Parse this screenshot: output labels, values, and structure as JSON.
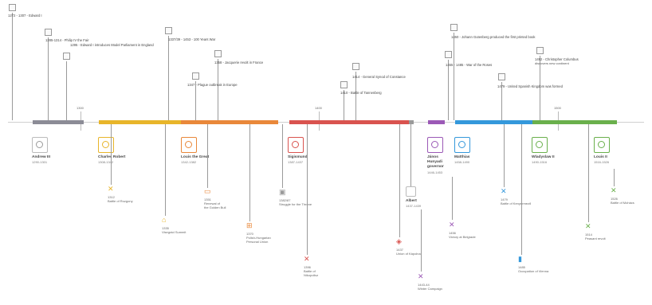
{
  "top_events": [
    {
      "id": "t1",
      "text": "1272 - 1307 - Edward I"
    },
    {
      "id": "t2",
      "text": "1285-1314 - Philip IV the Fair"
    },
    {
      "id": "t3",
      "text": "1295 - Edward I introduces Model Parliament in England"
    },
    {
      "id": "t4",
      "text": "1337/39 - 1453 - 100 Years War"
    },
    {
      "id": "t5",
      "text": "1358 - Jacquerie revolt in France"
    },
    {
      "id": "t6",
      "text": "1347 - Plague outbreak in Europe"
    },
    {
      "id": "t7",
      "text": "1414 - General Synod of Constance"
    },
    {
      "id": "t8",
      "text": "1410 - Battle of Tannenberg"
    },
    {
      "id": "t9",
      "text": "1450 - Johann Gutenberg produced the first printed book"
    },
    {
      "id": "t10",
      "text": "1455 - 1485 - War of the Roses"
    },
    {
      "id": "t11",
      "text": "1492 - Christopher Columbus"
    },
    {
      "id": "t11b",
      "text": "discovers new continent"
    },
    {
      "id": "t12",
      "text": "1479 - United Spanish Kingdom was formed"
    }
  ],
  "axis_labels": [
    "1300",
    "1400",
    "1500"
  ],
  "rulers": [
    {
      "name": "Andrew III",
      "years": "1290-1301",
      "color": "#9a9a9a"
    },
    {
      "name": "Charles Robert",
      "years": "1308-1342",
      "color": "#e8b52a"
    },
    {
      "name": "Louis the Great",
      "years": "1342-1382",
      "color": "#e9883a"
    },
    {
      "name": "Sigismund",
      "years": "1387-1437",
      "color": "#d9534f"
    },
    {
      "name": "Albert",
      "years": "1437-1439",
      "color": "#9a9a9a"
    },
    {
      "name": "János",
      "name2": "Hunyadi",
      "name3": "governor",
      "years": "1446-1453",
      "color": "#9b59b6"
    },
    {
      "name": "Matthias",
      "years": "1458-1490",
      "color": "#3498db"
    },
    {
      "name": "Wladyslaw II",
      "years": "1490-1516",
      "color": "#6ab04c"
    },
    {
      "name": "Louis II",
      "years": "1516-1526",
      "color": "#6ab04c"
    }
  ],
  "bottom_events": [
    {
      "id": "b1",
      "line1": "1312",
      "line2": "Battle of Rozgony"
    },
    {
      "id": "b2",
      "line1": "1335",
      "line2": "Visegrád Summit"
    },
    {
      "id": "b3",
      "line1": "1351",
      "line2": "Renewal of",
      "line3": "the Golden Bull"
    },
    {
      "id": "b4",
      "line1": "1370",
      "line2": "Polish-Hungarian",
      "line3": "Personal Union"
    },
    {
      "id": "b5",
      "line1": "1382/87",
      "line2": "Struggle for the Throne"
    },
    {
      "id": "b6",
      "line1": "1396",
      "line2": "Battle of",
      "line3": "Nikopolisz"
    },
    {
      "id": "b7",
      "line1": "1437",
      "line2": "Union of Kápolna"
    },
    {
      "id": "b8",
      "line1": "1443-44",
      "line2": "Winter Campaign"
    },
    {
      "id": "b9",
      "line1": "1456",
      "line2": "Victory at Belgrade"
    },
    {
      "id": "b10",
      "line1": "1479",
      "line2": "Battle of Kenyérmező"
    },
    {
      "id": "b11",
      "line1": "1485",
      "line2": "Occupation of Vienna"
    },
    {
      "id": "b12",
      "line1": "1514",
      "line2": "Peasant revolt"
    },
    {
      "id": "b13",
      "line1": "1526",
      "line2": "Battle of Mohács"
    }
  ]
}
